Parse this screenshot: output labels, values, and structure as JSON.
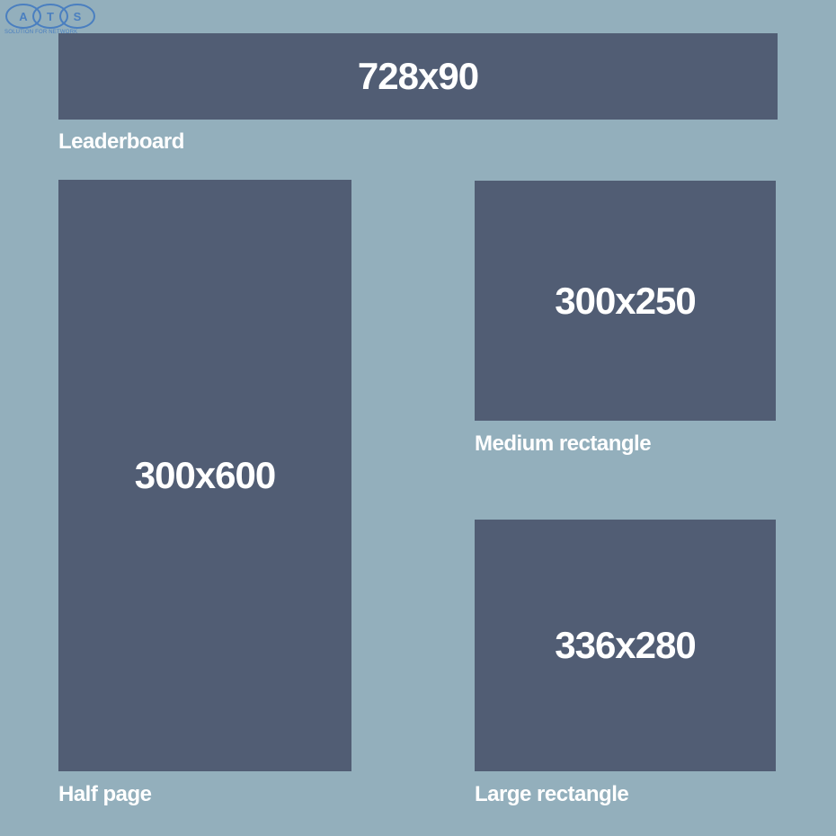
{
  "logo": {
    "name": "ATS",
    "tagline": "SOLUTION FOR NETWORK",
    "color": "#4a7fc0"
  },
  "colors": {
    "background": "#93afbc",
    "box": "#515d74",
    "text": "#ffffff"
  },
  "ad_formats": [
    {
      "id": "leaderboard",
      "size": "728x90",
      "label": "Leaderboard"
    },
    {
      "id": "half_page",
      "size": "300x600",
      "label": "Half page"
    },
    {
      "id": "medium_rectangle",
      "size": "300x250",
      "label": "Medium rectangle"
    },
    {
      "id": "large_rectangle",
      "size": "336x280",
      "label": "Large rectangle"
    }
  ]
}
